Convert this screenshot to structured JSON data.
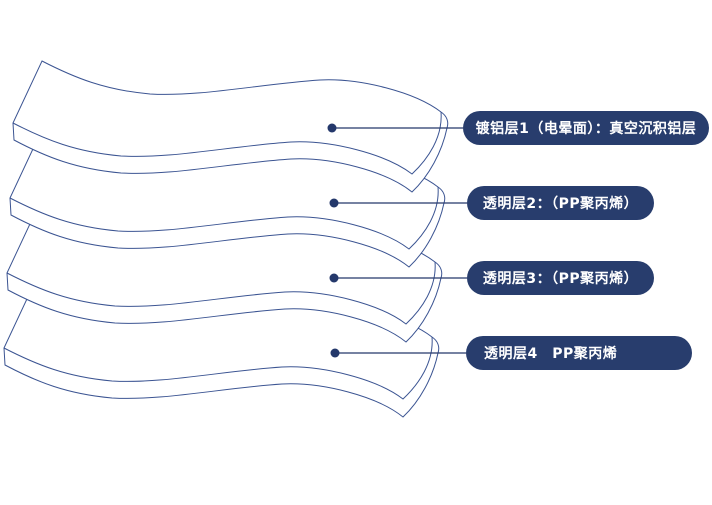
{
  "diagram": {
    "stroke_color": "#3b5492",
    "connector_color": "#24386b",
    "label_bg": "#283d6d",
    "label_text_color": "#ffffff",
    "layers": [
      {
        "label": "镀铝层1（电晕面）：真空沉积铝层"
      },
      {
        "label": "透明层2：（PP聚丙烯）"
      },
      {
        "label": "透明层3：（PP聚丙烯）"
      },
      {
        "label": "透明层4　PP聚丙烯"
      }
    ]
  }
}
